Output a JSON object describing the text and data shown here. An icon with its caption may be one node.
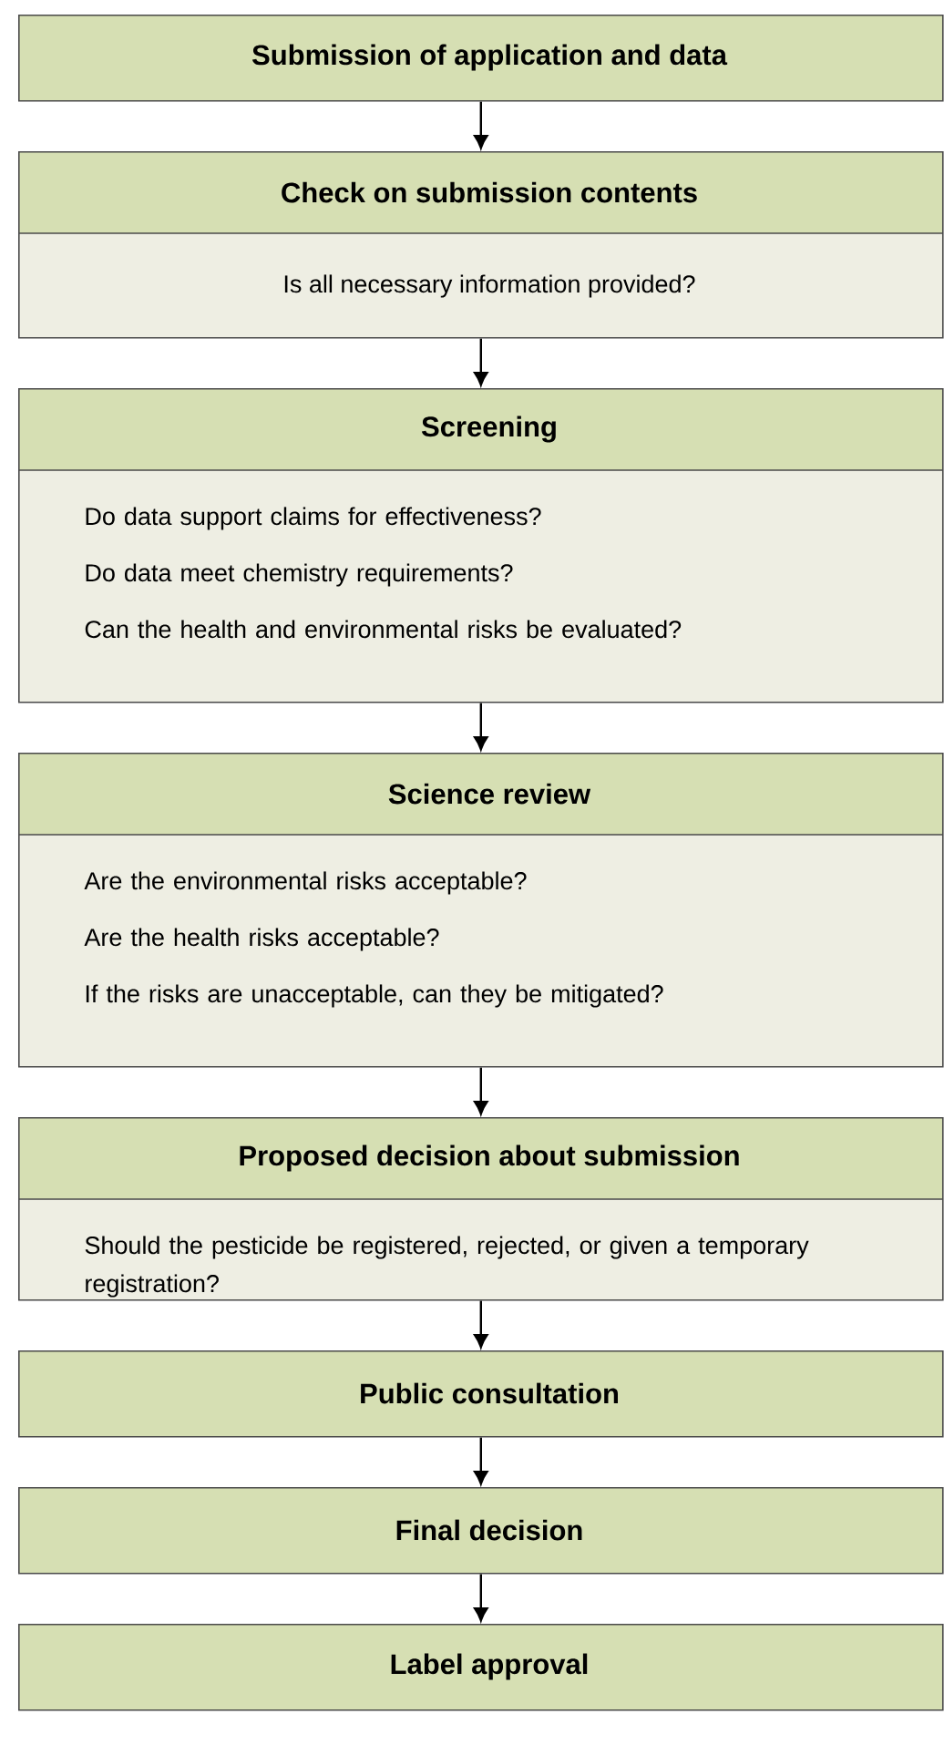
{
  "diagram": {
    "nodes": [
      {
        "text": [
          "Submission of application and data"
        ]
      },
      {
        "text": [
          "Check on submission contents",
          "Is all necessary information provided?"
        ]
      },
      {
        "text": [
          "Screening",
          "Do data support claims for effectiveness?",
          "Do data meet chemistry requirements?",
          "Can the health and environmental risks be evaluated?"
        ]
      },
      {
        "text": [
          "Science review",
          "Are the environmental risks acceptable?",
          "Are the health risks acceptable?",
          "If the risks are unacceptable, can they be mitigated?"
        ]
      },
      {
        "text": [
          "Proposed decision about submission",
          "Should the pesticide be registered, rejected, or given a temporary registration?"
        ]
      },
      {
        "text": [
          "Public consultation"
        ]
      },
      {
        "text": [
          "Final decision"
        ]
      },
      {
        "text": [
          "Label approval"
        ]
      }
    ],
    "edges": [
      {
        "from": 0,
        "to": 1,
        "arrow": "to"
      },
      {
        "from": 1,
        "to": 2,
        "arrow": "to"
      },
      {
        "from": 2,
        "to": 3,
        "arrow": "to"
      },
      {
        "from": 3,
        "to": 4,
        "arrow": "to"
      },
      {
        "from": 4,
        "to": 5,
        "arrow": "to"
      },
      {
        "from": 5,
        "to": 6,
        "arrow": "to"
      },
      {
        "from": 6,
        "to": 7,
        "arrow": "to"
      }
    ]
  }
}
